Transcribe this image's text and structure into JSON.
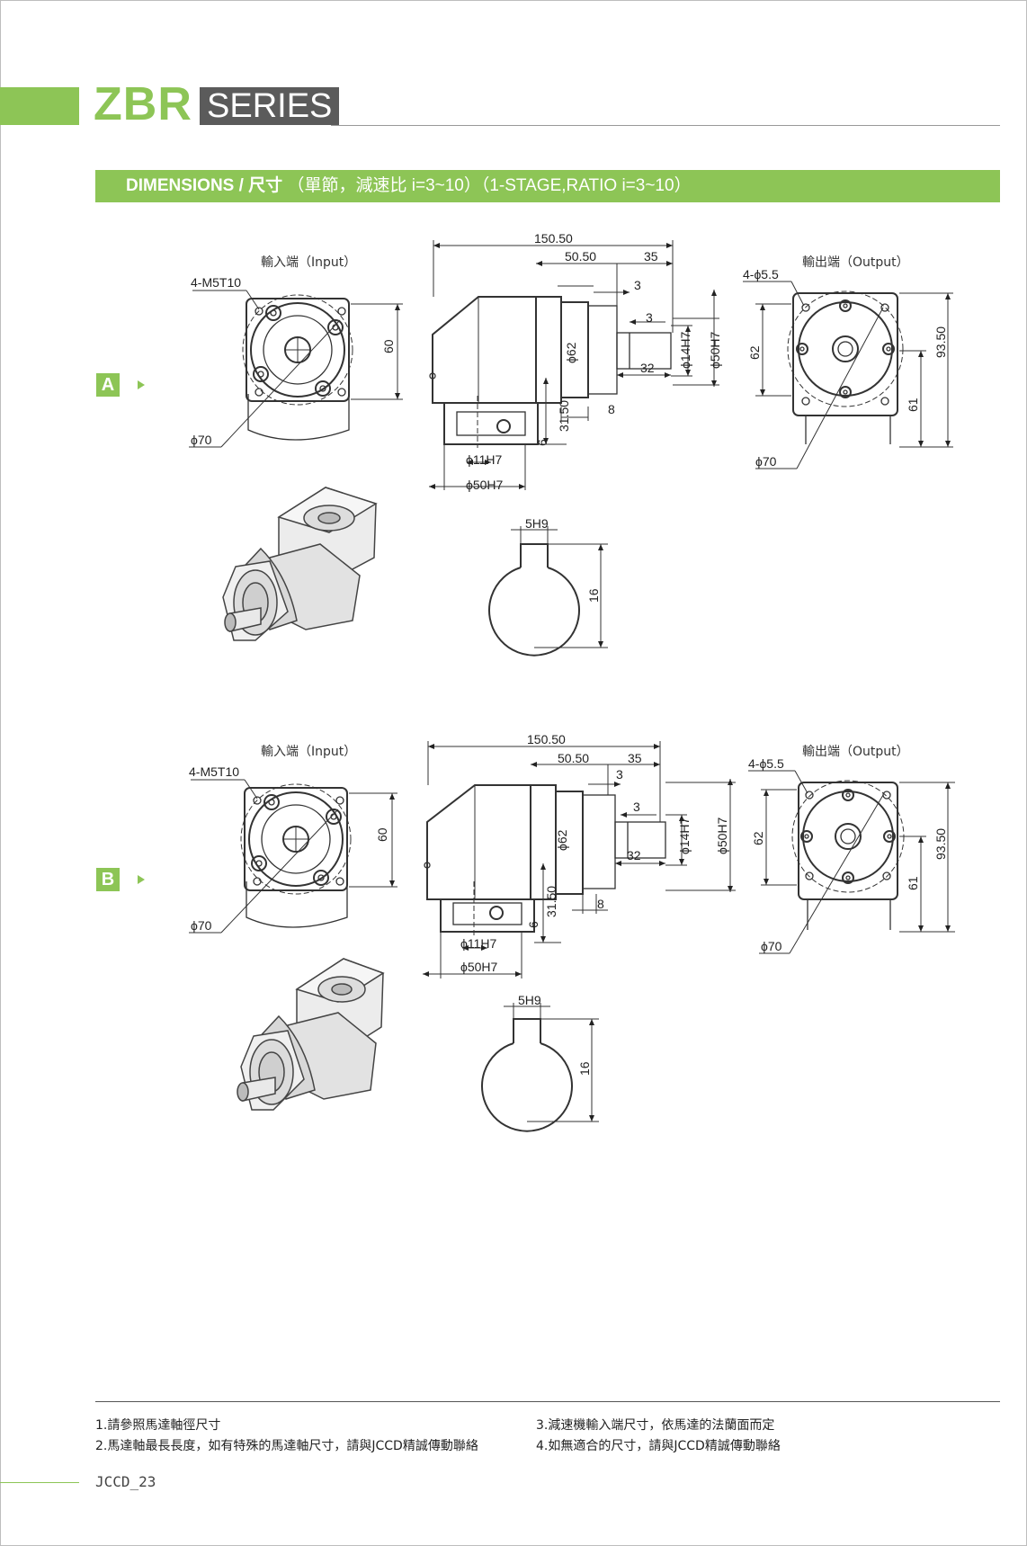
{
  "brand": {
    "model": "ZBR",
    "series": "SERIES"
  },
  "section": {
    "title_bold": "DIMENSIONS / 尺寸",
    "title_rest": "（單節，減速比 i=3~10）（1-STAGE,RATIO i=3~10）"
  },
  "variants": [
    {
      "label": "A",
      "input_view": {
        "caption": "輸入端（Input）",
        "thread": "4-M5T10",
        "diameter": "ϕ70",
        "height": "60"
      },
      "side_view": {
        "total": "150.50",
        "mid": "50.50",
        "right": "35",
        "d3a": "3",
        "d3b": "3",
        "shaft_len": "32",
        "d8": "8",
        "d31": "31.50",
        "d6": "6",
        "d62": "ϕ62",
        "d14": "ϕ14H7",
        "d50": "ϕ50H7",
        "bore11": "ϕ11H7",
        "bore50": "ϕ50H7"
      },
      "output_view": {
        "caption": "輸出端（Output）",
        "holes": "4-ϕ5.5",
        "h62": "62",
        "h93": "93.50",
        "h61": "61",
        "diameter": "ϕ70"
      },
      "key_view": {
        "key": "5H9",
        "height": "16"
      }
    },
    {
      "label": "B",
      "input_view": {
        "caption": "輸入端（Input）",
        "thread": "4-M5T10",
        "diameter": "ϕ70",
        "height": "60"
      },
      "side_view": {
        "total": "150.50",
        "mid": "50.50",
        "right": "35",
        "d3a": "3",
        "d3b": "3",
        "shaft_len": "32",
        "d8": "8",
        "d31": "31.50",
        "d6": "6",
        "d62": "ϕ62",
        "d14": "ϕ14H7",
        "d50": "ϕ50H7",
        "bore11": "ϕ11H7",
        "bore50": "ϕ50H7"
      },
      "output_view": {
        "caption": "輸出端（Output）",
        "holes": "4-ϕ5.5",
        "h62": "62",
        "h93": "93.50",
        "h61": "61",
        "diameter": "ϕ70"
      },
      "key_view": {
        "key": "5H9",
        "height": "16"
      }
    }
  ],
  "notes": [
    "1.請參照馬達軸徑尺寸",
    "2.馬達軸最長長度，如有特殊的馬達軸尺寸，請與JCCD精誠傳動聯絡",
    "3.減速機輸入端尺寸，依馬達的法蘭面而定",
    "4.如無適合的尺寸，請與JCCD精誠傳動聯絡"
  ],
  "page_number": "JCCD_23"
}
